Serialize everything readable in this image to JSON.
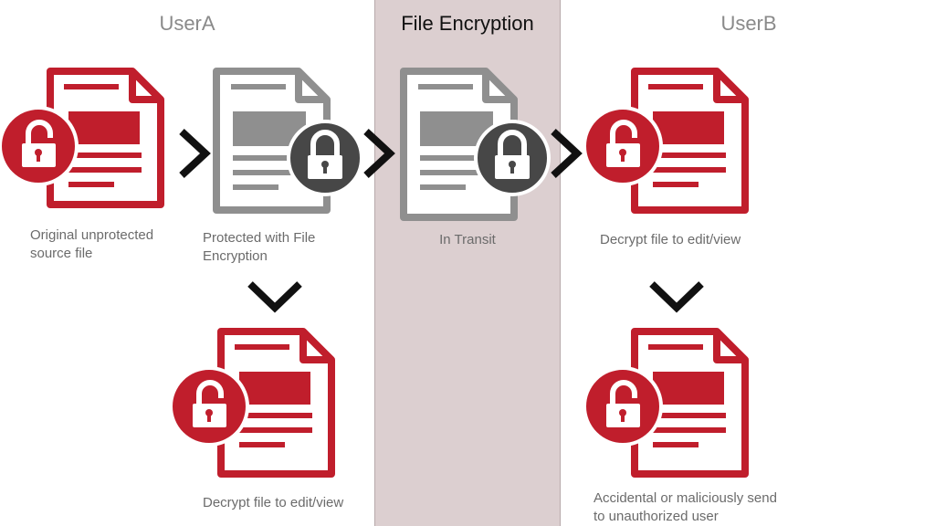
{
  "headings": {
    "user_a": "UserA",
    "file_encryption": "File Encryption",
    "user_b": "UserB"
  },
  "captions": {
    "original": [
      "Original unprotected",
      "source file"
    ],
    "protected": [
      "Protected with File",
      "Encryption"
    ],
    "in_transit": [
      "In Transit"
    ],
    "decrypt_b": [
      "Decrypt file to edit/view"
    ],
    "decrypt_a": [
      "Decrypt file to edit/view"
    ],
    "accidental": [
      "Accidental or maliciously send",
      "to unauthorized user"
    ]
  },
  "documents": [
    {
      "id": "original",
      "state": "unlocked",
      "color": "red"
    },
    {
      "id": "protected",
      "state": "locked",
      "color": "gray"
    },
    {
      "id": "in-transit",
      "state": "locked",
      "color": "gray"
    },
    {
      "id": "decrypted-b",
      "state": "unlocked",
      "color": "red"
    },
    {
      "id": "decrypted-a",
      "state": "unlocked",
      "color": "red"
    },
    {
      "id": "unauthorized",
      "state": "unlocked",
      "color": "red"
    }
  ],
  "colors": {
    "red": "#c01e2c",
    "gray": "#8f8f8f",
    "lock_dark": "#474747",
    "band": "#dccfd0",
    "chevron": "#111111"
  },
  "icons": [
    "document-icon",
    "unlocked-padlock-icon",
    "locked-padlock-icon",
    "chevron-right-icon",
    "chevron-down-icon"
  ]
}
